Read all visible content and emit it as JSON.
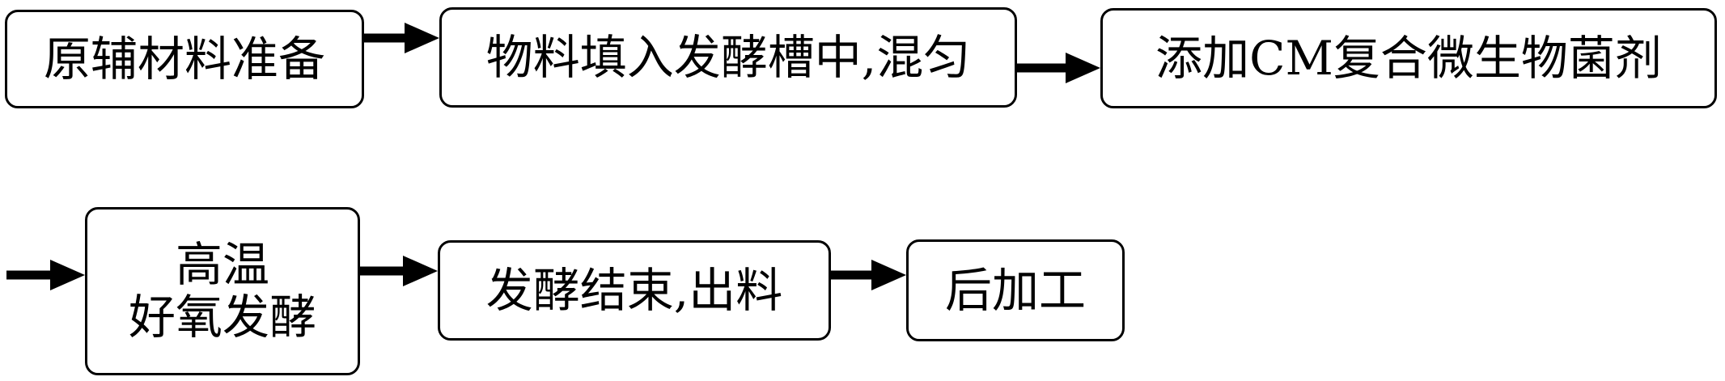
{
  "diagram": {
    "steps": [
      "原辅材料准备",
      "物料填入发酵槽中,混匀",
      "添加CM复合微生物菌剂",
      [
        "高温",
        "好氧发酵"
      ],
      "发酵结束,出料",
      "后加工"
    ]
  }
}
